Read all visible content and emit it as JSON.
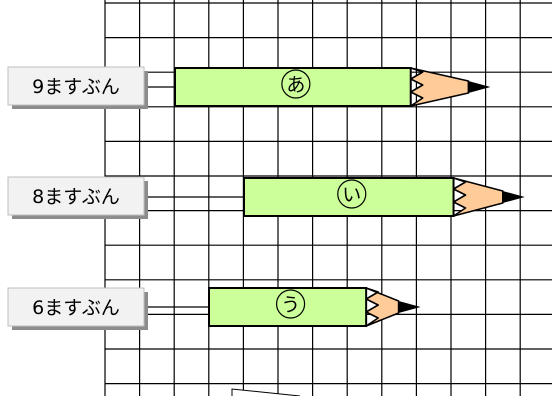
{
  "grid": {
    "line_color": "#000000",
    "background": "#ffffff"
  },
  "pencils": [
    {
      "label": "9ますぶん",
      "mark": "あ",
      "squares": 9
    },
    {
      "label": "8ますぶん",
      "mark": "い",
      "squares": 8
    },
    {
      "label": "6ますぶん",
      "mark": "う",
      "squares": 6
    }
  ],
  "colors": {
    "pencil_body": "#ccff99",
    "pencil_wood": "#ffcc99",
    "pencil_lead": "#000000",
    "label_box_fill": "#f2f2f2",
    "label_box_shadow": "#8c8c8c"
  }
}
